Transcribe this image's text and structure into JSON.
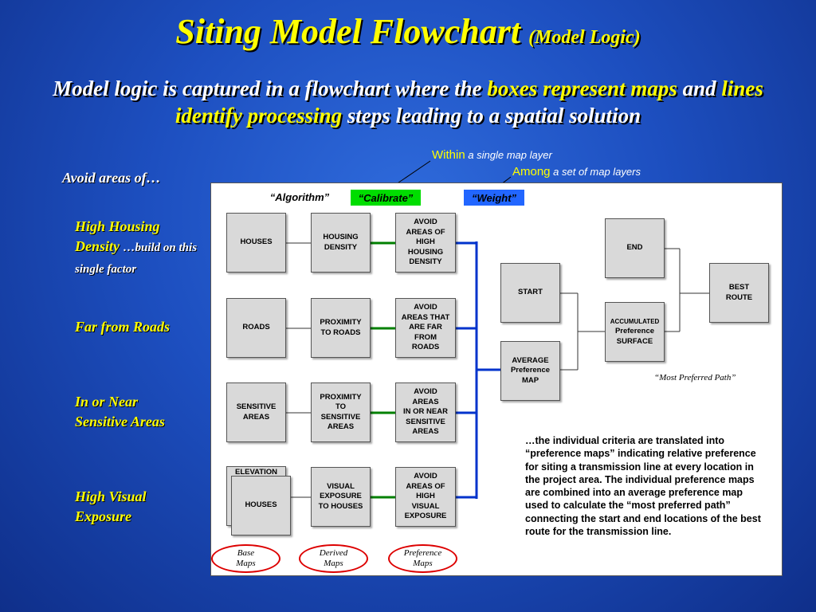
{
  "title": {
    "main": "Siting Model Flowchart",
    "sub": "(Model Logic)"
  },
  "subtitle": {
    "p1": "Model logic is captured in a flowchart where the ",
    "h1": "boxes represent maps",
    "p2": " and ",
    "h2": "lines identify processing",
    "p3": " steps leading to a spatial solution"
  },
  "callouts": {
    "within_key": "Within",
    "within_text": "a single map layer",
    "among_key": "Among",
    "among_text": "a set of map layers"
  },
  "left": {
    "avoid": "Avoid areas of…",
    "criteria1": "High Housing Density",
    "criteria1_note": "…build on this single factor",
    "criteria2": "Far from Roads",
    "criteria3": "In or Near Sensitive Areas",
    "criteria4": "High Visual Exposure"
  },
  "tags": {
    "algorithm": "“Algorithm”",
    "calibrate": "“Calibrate”",
    "weight": "“Weight”"
  },
  "boxes": {
    "houses": "HOUSES",
    "housing_density": "HOUSING\nDENSITY",
    "avoid_housing": "AVOID\nAREAS OF\nHIGH\nHOUSING\nDENSITY",
    "roads": "ROADS",
    "prox_roads": "PROXIMITY\nTO ROADS",
    "avoid_roads": "AVOID\nAREAS THAT\nARE FAR\nFROM\nROADS",
    "sensitive": "SENSITIVE\nAREAS",
    "prox_sensitive": "PROXIMITY\nTO\nSENSITIVE\nAREAS",
    "avoid_sensitive": "AVOID\nAREAS\nIN OR NEAR\nSENSITIVE\nAREAS",
    "elevation": "ELEVATION",
    "houses2": "HOUSES",
    "visual_exposure": "VISUAL\nEXPOSURE\nTO HOUSES",
    "avoid_visual": "AVOID\nAREAS OF\nHIGH\nVISUAL\nEXPOSURE",
    "start": "START",
    "average": "AVERAGE\nPreference\nMAP",
    "end": "END",
    "accumulated_a": "ACCUMULATED",
    "accumulated_b": "Preference\nSURFACE",
    "best_route": "BEST\nROUTE"
  },
  "path_label": "“Most Preferred Path”",
  "note": "…the individual criteria are translated into “preference maps” indicating relative preference for siting a transmission line at every location in the project area.  The individual preference maps are combined into an average preference map used to calculate the “most preferred path” connecting the start and end locations of the best route for the transmission line.",
  "legend": {
    "base": "Base\nMaps",
    "derived": "Derived\nMaps",
    "preference": "Preference\nMaps"
  },
  "colors": {
    "accent": "#ffff00",
    "green_line": "#008000",
    "blue_line": "#0033cc",
    "oval": "#dd0000"
  }
}
